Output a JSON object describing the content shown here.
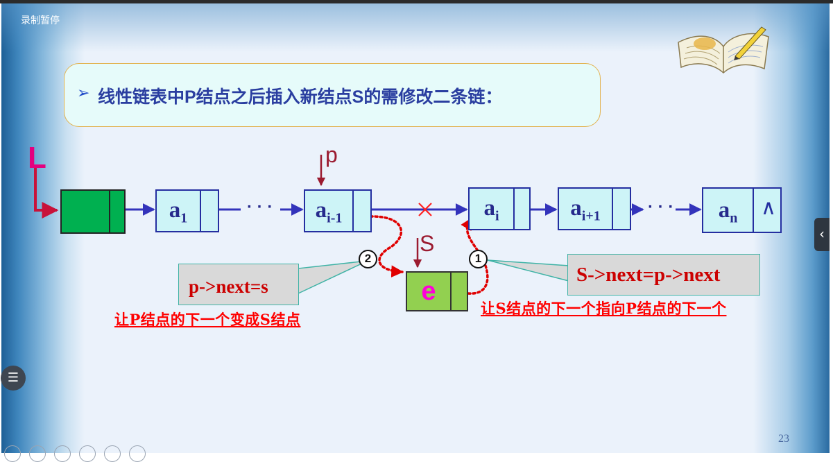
{
  "recording": {
    "pause_label": "录制暂停"
  },
  "slide": {
    "title_marker": "➢",
    "title": "线性链表中P结点之后插入新结点S的需修改二条链：",
    "page_number": "23"
  },
  "diagram": {
    "head_label": "L",
    "pointer_p": "p",
    "pointer_s": "S",
    "nodes": [
      {
        "data": "a",
        "sub": "1"
      },
      {
        "data": "a",
        "sub": "i-1"
      },
      {
        "data": "a",
        "sub": "i"
      },
      {
        "data": "a",
        "sub": "i+1"
      },
      {
        "data": "a",
        "sub": "n"
      }
    ],
    "null_symbol": "∧",
    "ellipsis": "· · ·",
    "cut_mark": "×",
    "new_node": "e",
    "step_one": "1",
    "step_two": "2"
  },
  "callouts": {
    "left_code": "p->next=s",
    "right_code": "S->next=p->next",
    "left_note": "让P结点的下一个变成S结点",
    "right_note": "让S结点的下一个指向P结点的下一个"
  },
  "colors": {
    "link_line": "#3333bb",
    "red_dotted": "#e00000",
    "title_border": "#e2b24e",
    "head_green": "#00b050",
    "new_node_green": "#92d050"
  },
  "icons": {
    "side_tab": "chevron-left-icon",
    "menu": "list-menu-icon",
    "book": "open-book-pencil-icon"
  }
}
